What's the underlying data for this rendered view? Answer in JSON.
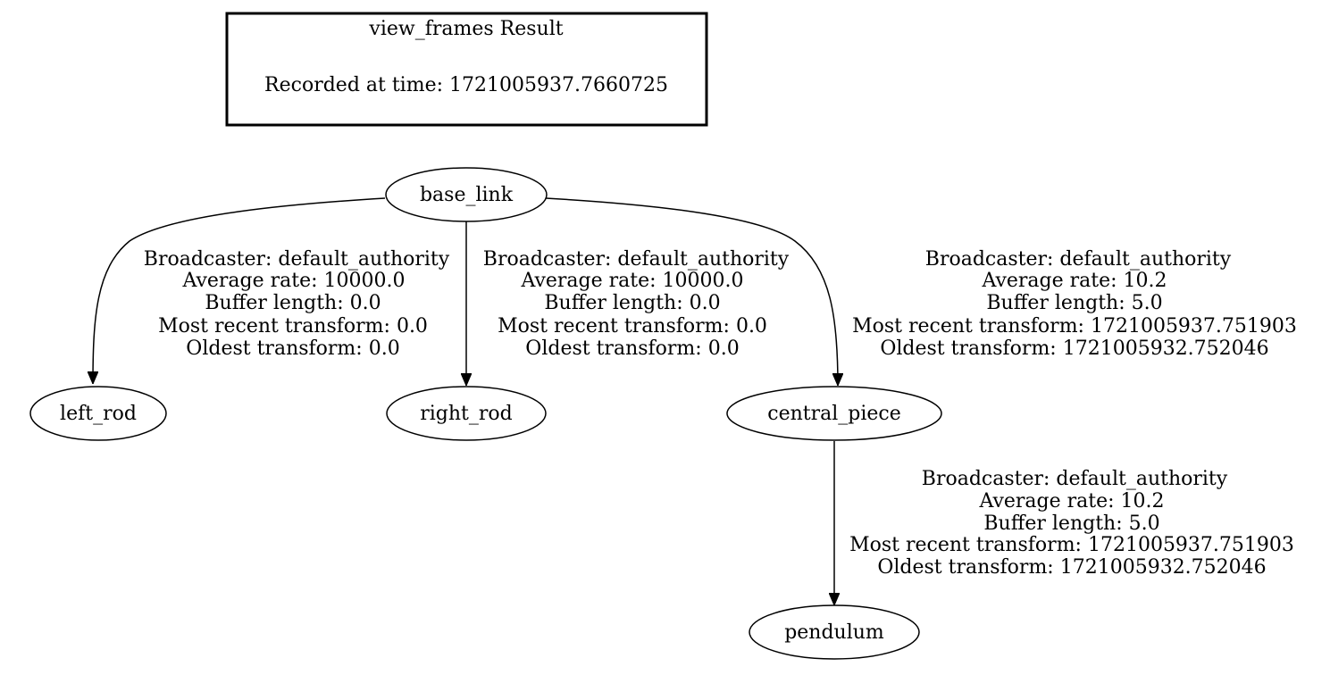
{
  "header": {
    "title": "view_frames Result",
    "recorded": "Recorded at time: 1721005937.7660725"
  },
  "nodes": {
    "base_link": "base_link",
    "left_rod": "left_rod",
    "right_rod": "right_rod",
    "central_piece": "central_piece",
    "pendulum": "pendulum"
  },
  "edges": {
    "base_link_left_rod": {
      "broadcaster": "Broadcaster: default_authority",
      "average_rate": "Average rate: 10000.0",
      "buffer_length": "Buffer length: 0.0",
      "most_recent": "Most recent transform: 0.0",
      "oldest": "Oldest transform: 0.0"
    },
    "base_link_right_rod": {
      "broadcaster": "Broadcaster: default_authority",
      "average_rate": "Average rate: 10000.0",
      "buffer_length": "Buffer length: 0.0",
      "most_recent": "Most recent transform: 0.0",
      "oldest": "Oldest transform: 0.0"
    },
    "base_link_central_piece": {
      "broadcaster": "Broadcaster: default_authority",
      "average_rate": "Average rate: 10.2",
      "buffer_length": "Buffer length: 5.0",
      "most_recent": "Most recent transform: 1721005937.751903",
      "oldest": "Oldest transform: 1721005932.752046"
    },
    "central_piece_pendulum": {
      "broadcaster": "Broadcaster: default_authority",
      "average_rate": "Average rate: 10.2",
      "buffer_length": "Buffer length: 5.0",
      "most_recent": "Most recent transform: 1721005937.751903",
      "oldest": "Oldest transform: 1721005932.752046"
    }
  }
}
